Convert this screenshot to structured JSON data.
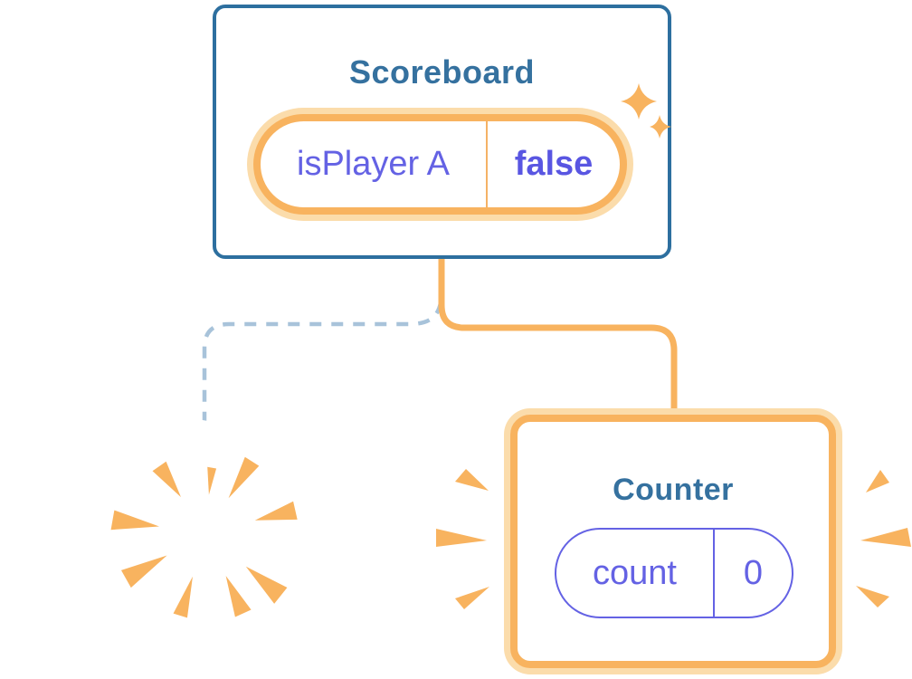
{
  "diagram": {
    "scoreboard": {
      "title": "Scoreboard",
      "state": {
        "key": "isPlayer A",
        "value": "false"
      }
    },
    "counter": {
      "title": "Counter",
      "state": {
        "key": "count",
        "value": "0"
      }
    }
  },
  "icons": {
    "sparkles": "sparkles-icon",
    "poof_burst": "poof-burst-icon",
    "emphasis_left": "emphasis-burst-left-icon",
    "emphasis_right": "emphasis-burst-right-icon"
  },
  "colors": {
    "card_border_blue": "#2D6F9F",
    "title_blue": "#35719F",
    "accent_orange": "#F8B35F",
    "accent_orange_pale": "#FBDCAB",
    "state_purple": "#6462E4",
    "state_value_purple": "#5956E2",
    "removed_edge_blue": "#A8C3DA",
    "card_background": "#FFFFFF"
  }
}
